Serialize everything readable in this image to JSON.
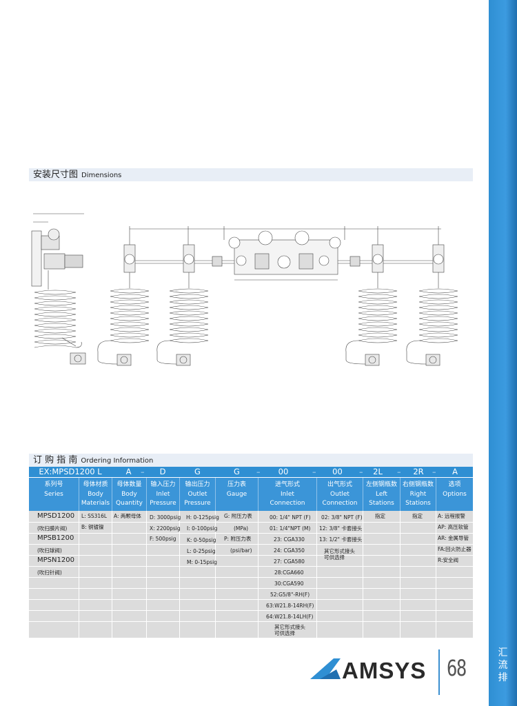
{
  "side": {
    "chars": [
      "汇",
      "流",
      "排"
    ]
  },
  "dimensions": {
    "title_zh": "安装尺寸图",
    "title_en": "Dimensions"
  },
  "ordering": {
    "title_zh": "订 购 指 南",
    "title_en": "Ordering Information",
    "example": [
      "EX:MPSD1200 L",
      "A",
      "D",
      "G",
      "G",
      "00",
      "00",
      "2L",
      "2R",
      "A"
    ],
    "headers": [
      [
        "系列号",
        "Series"
      ],
      [
        "母体材质",
        "Body",
        "Materials"
      ],
      [
        "母体数量",
        "Body",
        "Quantity"
      ],
      [
        "输入压力",
        "Inlet",
        "Pressure"
      ],
      [
        "输出压力",
        "Outlet",
        "Pressure"
      ],
      [
        "压力表",
        "Gauge"
      ],
      [
        "进气形式",
        "Inlet",
        "Connection"
      ],
      [
        "出气形式",
        "Outlet",
        "Connection"
      ],
      [
        "左侧钢瓶数",
        "Left",
        "Stations"
      ],
      [
        "右侧钢瓶数",
        "Right",
        "Stations"
      ],
      [
        "选项",
        "Options"
      ]
    ],
    "columns": [
      [
        "MPSD1200",
        "(吹扫膜片阀)",
        "MPSB1200",
        "(吹扫球阀)",
        "MPSN1200",
        "(吹扫针阀)"
      ],
      [
        "L: SS316L",
        "B: 铜镀镍"
      ],
      [
        "A: 两颗母体"
      ],
      [
        "D: 3000psig",
        "X: 2200psig",
        "F: 500psig"
      ],
      [
        "H: 0-125psig",
        "I: 0-100psig",
        "K: 0-50psig",
        "L: 0-25psig",
        "M: 0-15psig"
      ],
      [
        "G: 附压力表",
        "(MPa)",
        "P: 附压力表",
        "(psi/bar)"
      ],
      [
        "00: 1/4\" NPT (F)",
        "01: 1/4\"NPT (M)",
        "23: CGA330",
        "24: CGA350",
        "27: CGA580",
        "28:CGA660",
        "30:CGA590",
        "52:G5/8\"-RH(F)",
        "63:W21.8-14RH(F)",
        "64:W21.8-14LH(F)",
        "其它形式接头",
        "可供选择"
      ],
      [
        "02: 3/8\" NPT (F)",
        "12: 3/8\" 卡套接头",
        "13: 1/2\" 卡套接头",
        "其它形式接头",
        "可供选择"
      ],
      [
        "指定"
      ],
      [
        "指定"
      ],
      [
        "A: 远程报警",
        "AP: 高压软管",
        "AR: 金属导管",
        "FA:回火防止器",
        "R:安全阀"
      ]
    ]
  },
  "brand": {
    "name": "AMSYS",
    "page": "68"
  },
  "colors": {
    "accent": "#2f8fd3",
    "table_body": "#dcdcdc"
  }
}
